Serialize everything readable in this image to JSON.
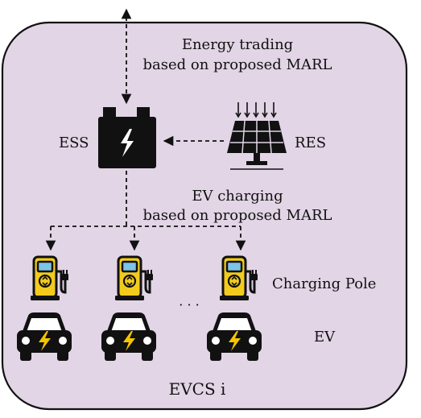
{
  "labels": {
    "energy_trading_line1": "Energy trading",
    "energy_trading_line2": "based on proposed MARL",
    "ess": "ESS",
    "res": "RES",
    "ev_charging_line1": "EV charging",
    "ev_charging_line2": "based on proposed MARL",
    "charging_pole": "Charging Pole",
    "ellipsis": "· · ·",
    "ev": "EV",
    "station": "EVCS i"
  },
  "colors": {
    "panel_fill": "#e2d5e6",
    "panel_stroke": "#111111",
    "pole_body": "#f2cb1d",
    "pole_screen": "#7cc4e8",
    "bolt": "#f5c400",
    "icon": "#111111"
  }
}
